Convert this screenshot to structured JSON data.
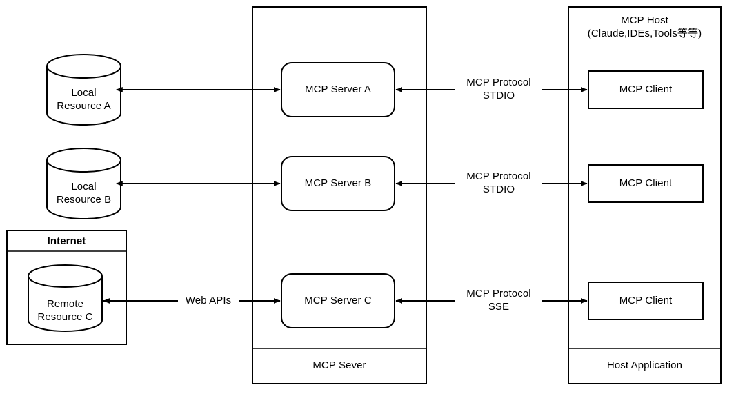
{
  "diagram": {
    "title": "MCP architecture diagram",
    "stroke_color": "#000000",
    "background_color": "#ffffff"
  },
  "server_container": {
    "footer_label": "MCP Sever"
  },
  "host_container": {
    "header_line1": "MCP Host",
    "header_line2": "(Claude,IDEs,Tools等等)",
    "footer_label": "Host Application"
  },
  "internet_box": {
    "header_label": "Internet"
  },
  "rows": [
    {
      "resource_line1": "Local",
      "resource_line2": "Resource A",
      "resource_shape": "cylinder",
      "server_label": "MCP Server A",
      "client_label": "MCP Client",
      "protocol_line1": "MCP Protocol",
      "protocol_line2": "STDIO",
      "left_link_label": ""
    },
    {
      "resource_line1": "Local",
      "resource_line2": "Resource B",
      "resource_shape": "cylinder",
      "server_label": "MCP Server B",
      "client_label": "MCP Client",
      "protocol_line1": "MCP Protocol",
      "protocol_line2": "STDIO",
      "left_link_label": ""
    },
    {
      "resource_line1": "Remote",
      "resource_line2": "Resource C",
      "resource_shape": "cylinder",
      "server_label": "MCP Server C",
      "client_label": "MCP Client",
      "protocol_line1": "MCP Protocol",
      "protocol_line2": "SSE",
      "left_link_label": "Web APIs"
    }
  ]
}
